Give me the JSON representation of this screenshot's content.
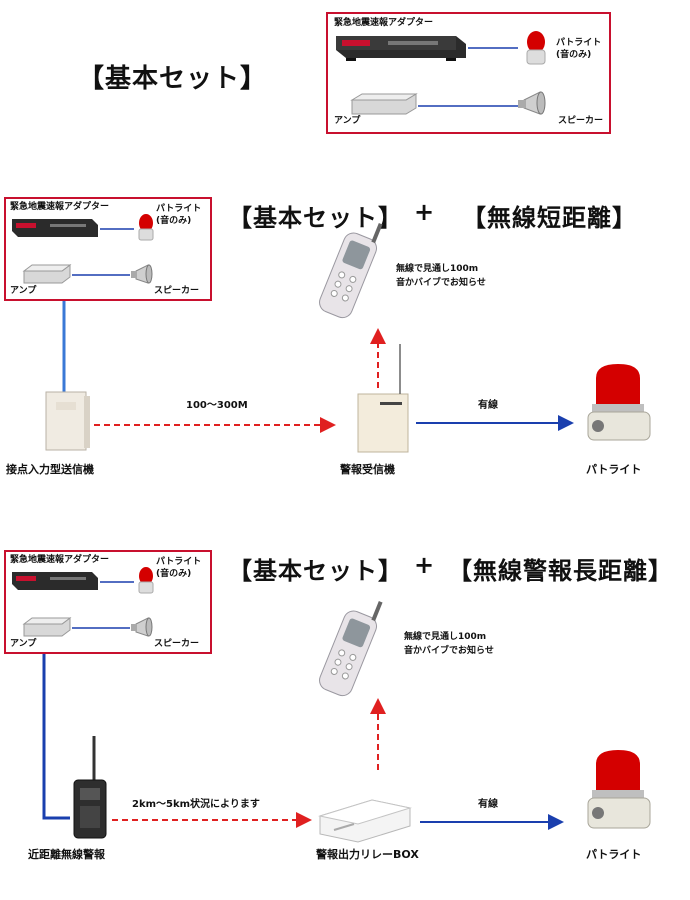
{
  "basic_set": {
    "adapter_label": "緊急地震速報アダプター",
    "patlite_label_line1": "パトライト",
    "patlite_label_line2": "(音のみ)",
    "amp_label": "アンプ",
    "speaker_label": "スピーカー"
  },
  "section1": {
    "heading": "【基本セット】"
  },
  "section2": {
    "heading_left": "【基本セット】",
    "plus": "+",
    "heading_right": "【無線短距離】",
    "phone_note_line1": "無線で見通し100m",
    "phone_note_line2": "音かバイブでお知らせ",
    "range_label": "100〜300M",
    "wired_label": "有線",
    "transmitter_label": "接点入力型送信機",
    "receiver_label": "警報受信機",
    "patlite_label": "パトライト"
  },
  "section3": {
    "heading_left": "【基本セット】",
    "plus": "+",
    "heading_right": "【無線警報長距離】",
    "phone_note_line1": "無線で見通し100m",
    "phone_note_line2": "音かバイブでお知らせ",
    "range_label": "2km〜5km状況によります",
    "wired_label": "有線",
    "radio_label": "近距離無線警報",
    "relay_label": "警報出力リレーBOX",
    "patlite_label": "パトライト"
  },
  "colors": {
    "box_border": "#c8102e",
    "wire_blue": "#1a3fae",
    "dashed_red": "#e02020",
    "arrow_blue": "#1a3fae"
  }
}
